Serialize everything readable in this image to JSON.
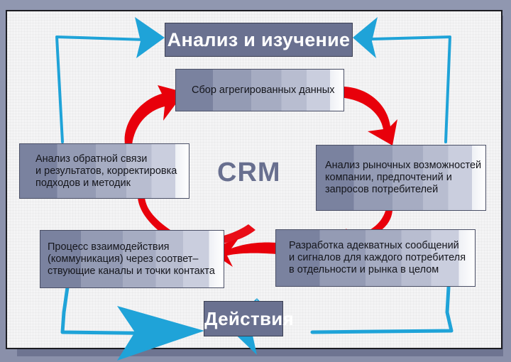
{
  "diagram": {
    "center_label": "CRM",
    "top_header": "Анализ и изучение",
    "bottom_header": "Действия",
    "steps": [
      {
        "id": "collect",
        "lines": [
          "Сбор агрегированных данных"
        ]
      },
      {
        "id": "market",
        "lines": [
          "Анализ рыночных возможностей",
          "компании, предпочтений и",
          "запросов потребителей"
        ]
      },
      {
        "id": "develop",
        "lines": [
          "Разработка адекватных сообщений",
          "и сигналов для каждого потребителя",
          "в отдельности и рынка в целом"
        ]
      },
      {
        "id": "interact",
        "lines": [
          "Процесс взаимодействия",
          "(коммуникация) через соответ–",
          "ствующие каналы и точки контакта"
        ]
      },
      {
        "id": "feedback",
        "lines": [
          "Анализ обратной связи",
          "и результатов, корректировка",
          "подходов и методик"
        ]
      }
    ],
    "cycle_order": [
      "collect",
      "market",
      "develop",
      "interact",
      "feedback",
      "collect"
    ],
    "colors": {
      "cycle_arrow": "#e8000b",
      "link_arrow": "#1fa3d8",
      "header_box": "#6a7190",
      "crm_text": "#686f8f",
      "frame": "#8d93ad"
    }
  }
}
